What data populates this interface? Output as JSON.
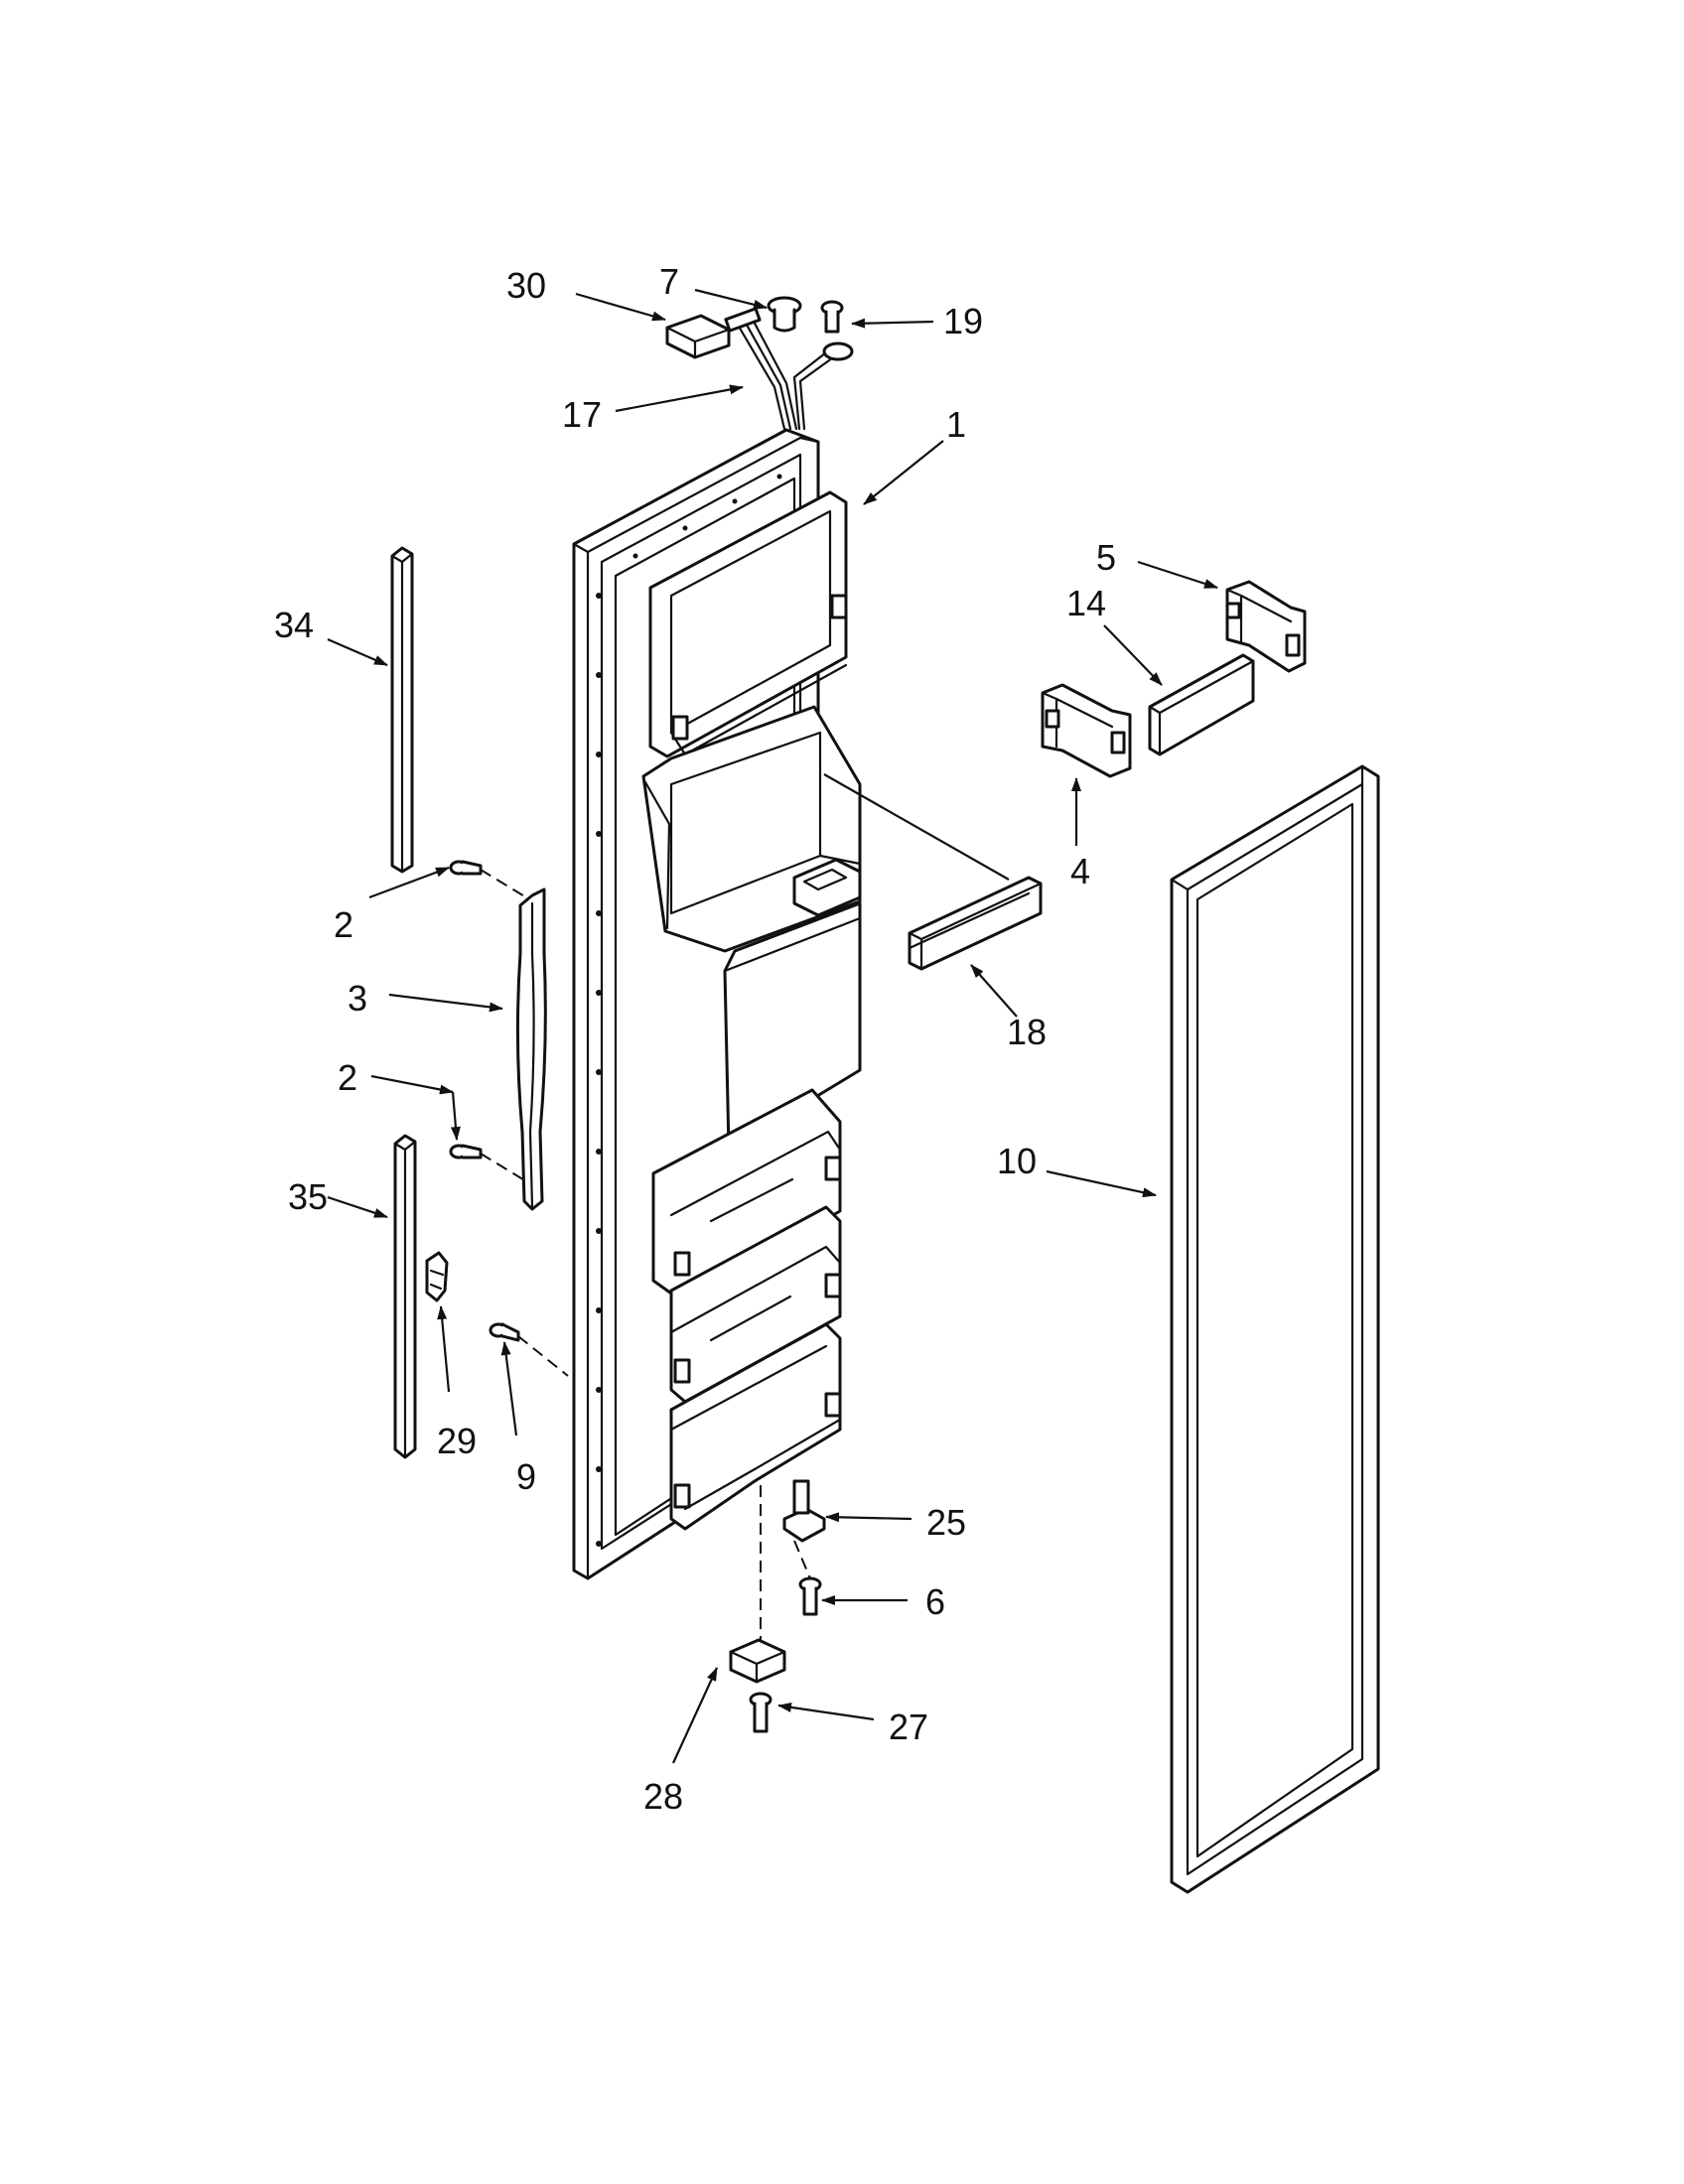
{
  "callouts": [
    {
      "id": "c30",
      "text": "30"
    },
    {
      "id": "c7",
      "text": "7"
    },
    {
      "id": "c19",
      "text": "19"
    },
    {
      "id": "c17",
      "text": "17"
    },
    {
      "id": "c1",
      "text": "1"
    },
    {
      "id": "c5",
      "text": "5"
    },
    {
      "id": "c14",
      "text": "14"
    },
    {
      "id": "c34",
      "text": "34"
    },
    {
      "id": "c4",
      "text": "4"
    },
    {
      "id": "c2a",
      "text": "2"
    },
    {
      "id": "c3",
      "text": "3"
    },
    {
      "id": "c18",
      "text": "18"
    },
    {
      "id": "c2b",
      "text": "2"
    },
    {
      "id": "c10",
      "text": "10"
    },
    {
      "id": "c35",
      "text": "35"
    },
    {
      "id": "c29",
      "text": "29"
    },
    {
      "id": "c9",
      "text": "9"
    },
    {
      "id": "c25",
      "text": "25"
    },
    {
      "id": "c6",
      "text": "6"
    },
    {
      "id": "c27",
      "text": "27"
    },
    {
      "id": "c28",
      "text": "28"
    }
  ]
}
